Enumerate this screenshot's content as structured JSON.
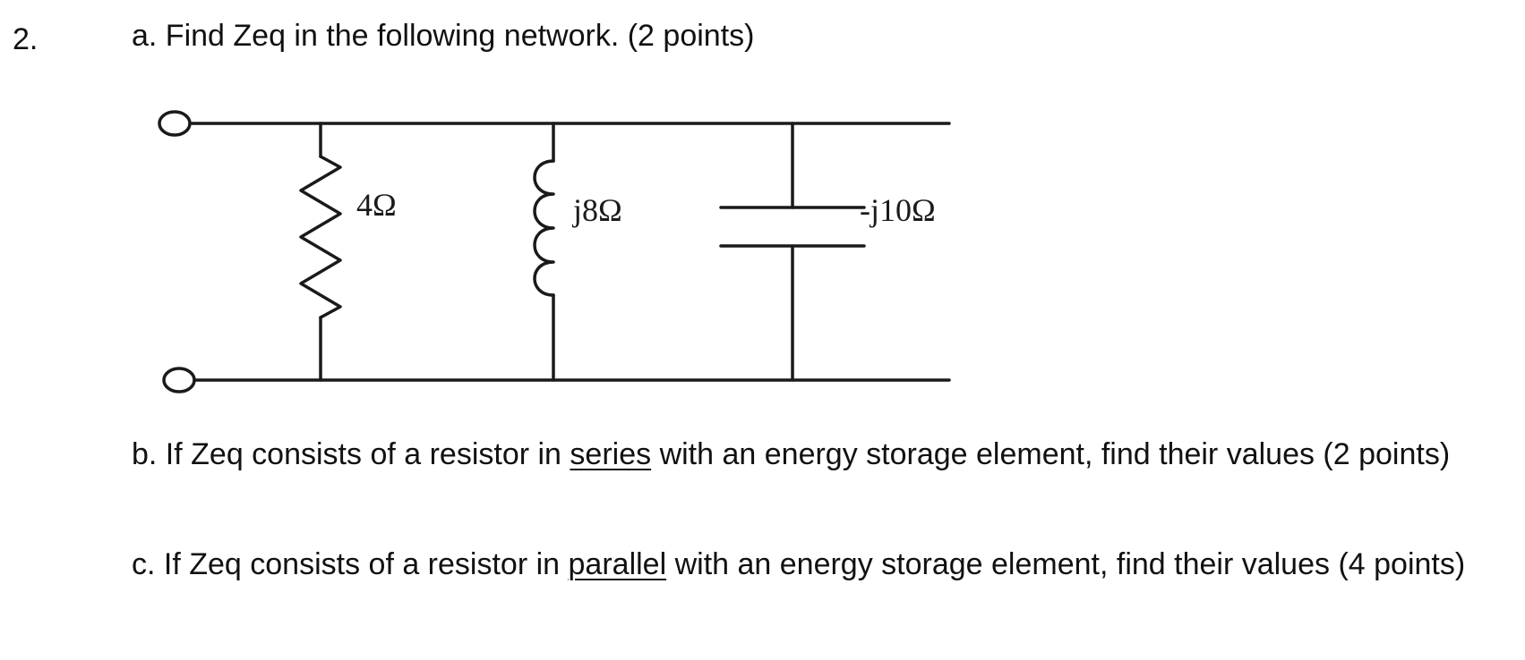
{
  "problem": {
    "number": "2.",
    "part_a": {
      "text": "a. Find Zeq in the following network. (2 points)"
    },
    "part_b": {
      "before": "b. If Zeq consists of a resistor in ",
      "underlined": "series",
      "after": " with an energy storage element, find their values (2 points)"
    },
    "part_c": {
      "before": "c. If Zeq consists of a resistor in ",
      "underlined": "parallel",
      "after": " with an energy storage element, find their values (4 points)"
    }
  },
  "circuit": {
    "resistor_label": "4Ω",
    "inductor_label": "j8Ω",
    "capacitor_label": "-j10Ω"
  }
}
